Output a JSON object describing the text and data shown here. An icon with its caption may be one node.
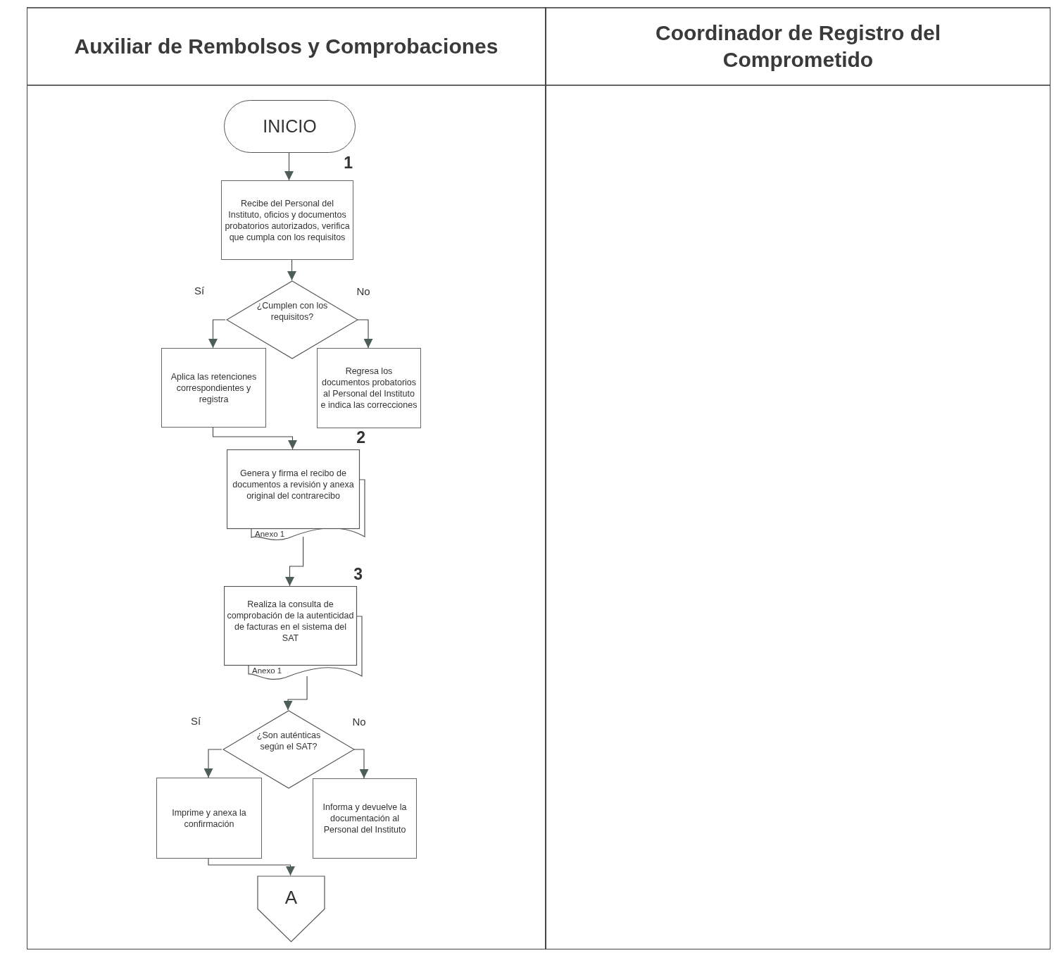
{
  "diagram": {
    "nodes": [
      {
        "text": [
          "Auxiliar de Rembolsos y Comprobaciones"
        ]
      },
      {
        "text": [
          "Coordinador de Registro del Comprometido"
        ]
      },
      {
        "text": [
          "INICIO"
        ],
        "in": 0
      },
      {
        "text": [
          "Recibe del Personal del Instituto, oficios y documentos probatorios autorizados, verifica que cumpla con los requisitos"
        ],
        "in": 0,
        "beside": [
          "1"
        ]
      },
      {
        "text": [
          "¿Cumplen con los requisitos?"
        ],
        "in": 0
      },
      {
        "text": [
          "Aplica las retenciones correspondientes y registra"
        ],
        "in": 0
      },
      {
        "text": [
          "Regresa los documentos probatorios al Personal del Instituto e indica las correcciones"
        ],
        "in": 0
      },
      {
        "text": [
          "Genera y firma el recibo de documentos a revisión y anexa original del contrarecibo",
          "Anexo 1"
        ],
        "in": 0,
        "beside": [
          "2"
        ]
      },
      {
        "text": [
          "Realiza la consulta de comprobación de la autenticidad de facturas en el sistema del SAT",
          "Anexo 1"
        ],
        "in": 0,
        "beside": [
          "3"
        ]
      },
      {
        "text": [
          "¿Son auténticas según el SAT?"
        ],
        "in": 0
      },
      {
        "text": [
          "Imprime y anexa la confirmación"
        ],
        "in": 0
      },
      {
        "text": [
          "Informa y devuelve la documentación al Personal del Instituto"
        ],
        "in": 0
      },
      {
        "text": [
          "A"
        ],
        "in": 0
      }
    ],
    "edges": [
      {
        "from": 2,
        "to": 3,
        "arrow": "to"
      },
      {
        "from": 3,
        "to": 4,
        "arrow": "to"
      },
      {
        "from": 4,
        "to": 5,
        "arrow": "to",
        "label": "Sí"
      },
      {
        "from": 4,
        "to": 6,
        "arrow": "to",
        "label": "No"
      },
      {
        "from": 5,
        "to": 7,
        "arrow": "to"
      },
      {
        "from": 7,
        "to": 8,
        "arrow": "to"
      },
      {
        "from": 8,
        "to": 9,
        "arrow": "to"
      },
      {
        "from": 9,
        "to": 10,
        "arrow": "to",
        "label": "Sí"
      },
      {
        "from": 9,
        "to": 11,
        "arrow": "to",
        "label": "No"
      },
      {
        "from": 10,
        "to": 12,
        "arrow": "to"
      }
    ]
  }
}
